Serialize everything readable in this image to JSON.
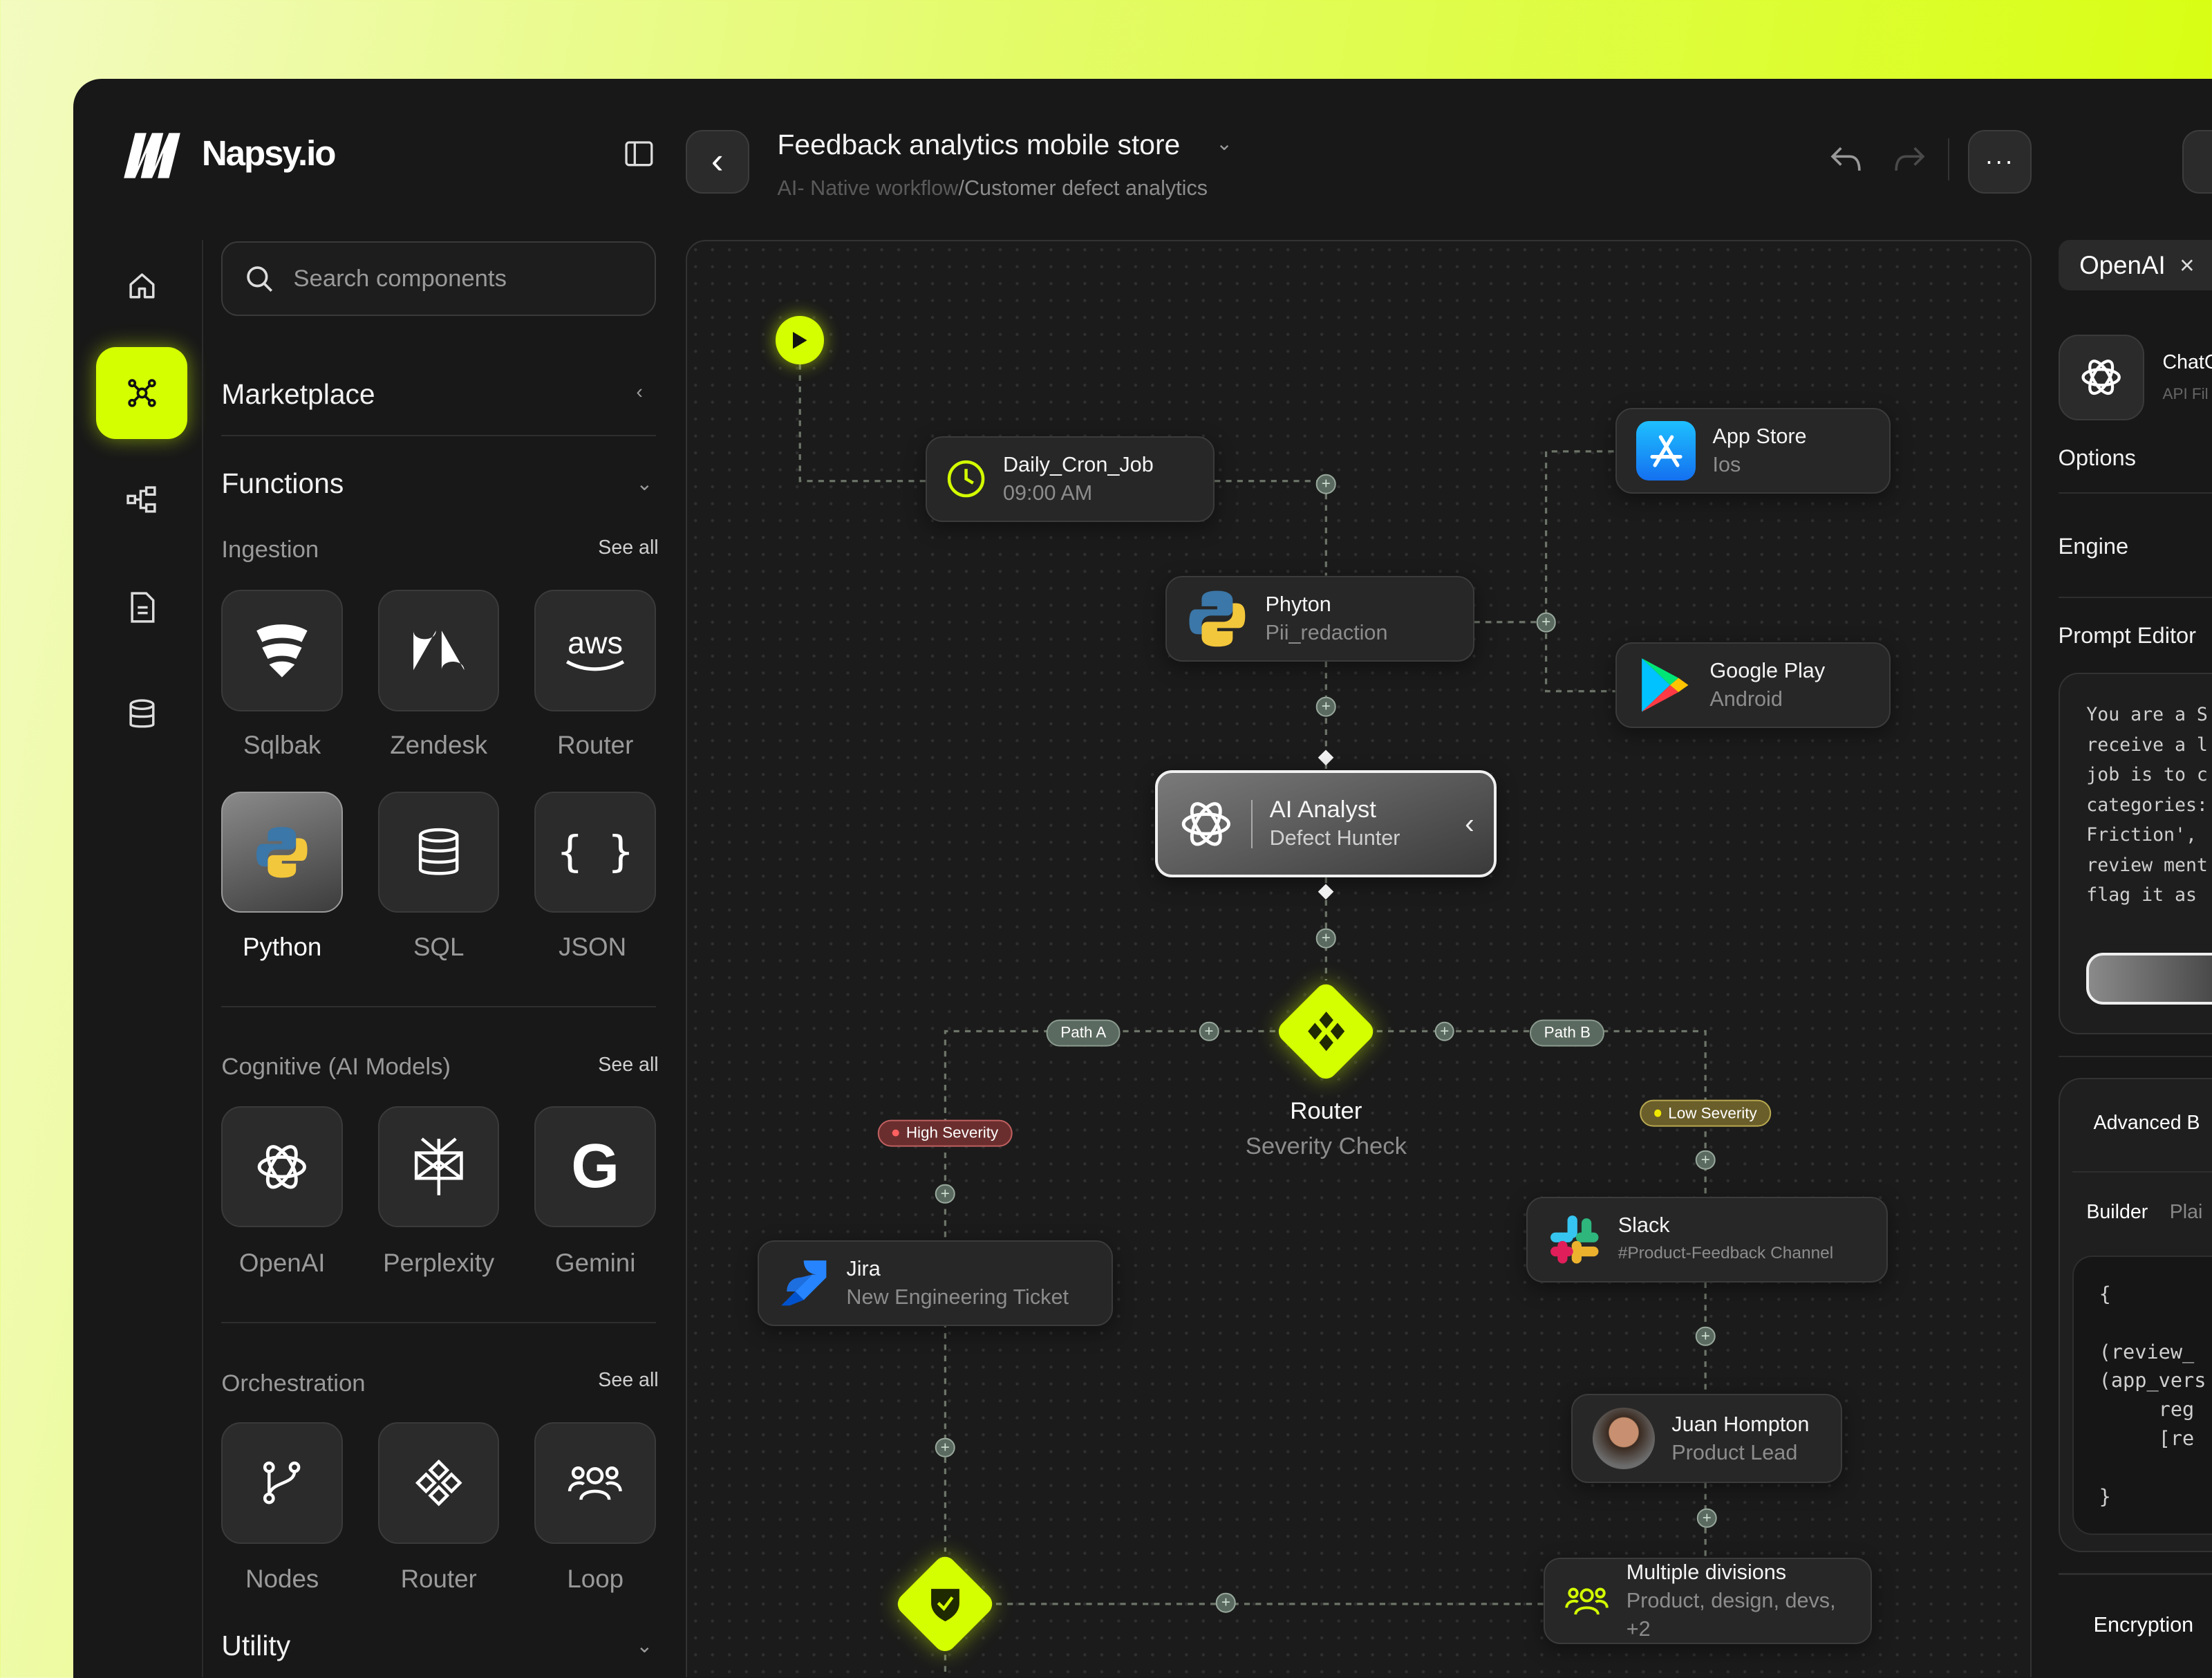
{
  "app": {
    "name": "Napsy.io"
  },
  "colors": {
    "accent": "#d4ff00",
    "window": "#181818",
    "high_severity": "#c06060",
    "low_severity": "#e8e000"
  },
  "rail": [
    {
      "icon": "home-icon"
    },
    {
      "icon": "workflow-icon",
      "active": true
    },
    {
      "icon": "hierarchy-icon"
    },
    {
      "icon": "document-icon"
    },
    {
      "icon": "database-icon"
    }
  ],
  "header": {
    "title": "Feedback analytics mobile store",
    "breadcrumb_parent": "AI- Native workflow",
    "breadcrumb_sep": "/",
    "breadcrumb_current": "Customer defect analytics"
  },
  "sidebar": {
    "search_placeholder": "Search components",
    "marketplace": "Marketplace",
    "functions": "Functions",
    "see_all": "See all",
    "ingestion": {
      "title": "Ingestion",
      "items": [
        "Sqlbak",
        "Zendesk",
        "Router",
        "Python",
        "SQL",
        "JSON"
      ],
      "selected": "Python"
    },
    "cognitive": {
      "title": "Cognitive (AI Models)",
      "items": [
        "OpenAI",
        "Perplexity",
        "Gemini"
      ]
    },
    "orchestration": {
      "title": "Orchestration",
      "items": [
        "Nodes",
        "Router",
        "Loop"
      ]
    },
    "utility": "Utility"
  },
  "nodes": {
    "cron": {
      "title": "Daily_Cron_Job",
      "sub": "09:00 AM"
    },
    "appstore": {
      "title": "App Store",
      "sub": "Ios"
    },
    "python": {
      "title": "Phyton",
      "sub": "Pii_redaction"
    },
    "googleplay": {
      "title": "Google Play",
      "sub": "Android"
    },
    "analyst": {
      "title": "AI Analyst",
      "sub": "Defect Hunter"
    },
    "router": {
      "title": "Router",
      "sub": "Severity Check"
    },
    "path_a": "Path A",
    "path_b": "Path B",
    "high": "High Severity",
    "low": "Low Severity",
    "jira": {
      "title": "Jira",
      "sub": "New Engineering Ticket"
    },
    "slack": {
      "title": "Slack",
      "sub": "#Product-Feedback Channel"
    },
    "juan": {
      "title": "Juan Hompton",
      "sub": "Product Lead"
    },
    "divisions": {
      "title": "Multiple divisions",
      "sub": "Product, design, devs, +2"
    }
  },
  "right_panel": {
    "tab": "OpenAI",
    "model_title": "ChatG",
    "model_sub": "API Fil",
    "options": "Options",
    "engine": "Engine",
    "prompt_editor": "Prompt Editor",
    "prompt_lines": [
      "You are a S",
      "receive a l",
      "job is to c",
      "categories:",
      "Friction',",
      "review ment",
      "flag it as"
    ],
    "advanced": "Advanced B",
    "tab_builder": "Builder",
    "tab_plain": "Plai",
    "code_lines": [
      "{",
      "",
      "(review_",
      "(app_vers",
      "     reg",
      "     [re",
      "",
      "}"
    ],
    "encryption": "Encryption"
  }
}
